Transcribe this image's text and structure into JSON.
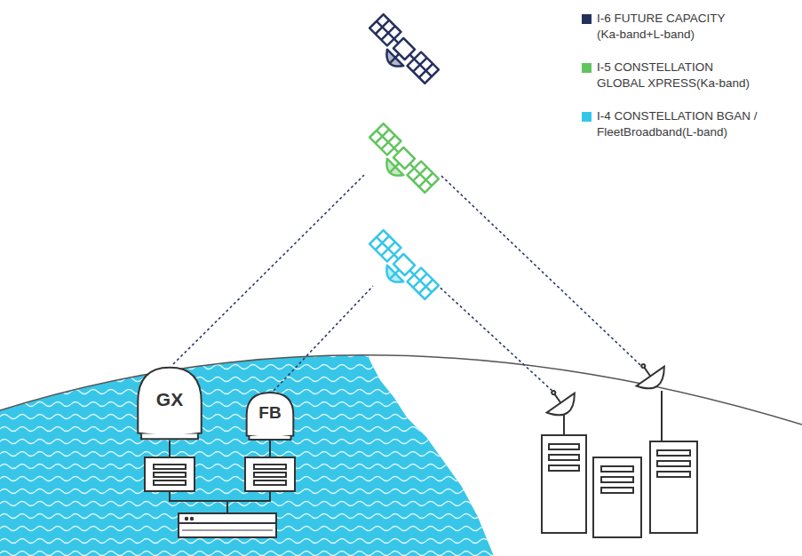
{
  "diagram": {
    "nodes": [
      {
        "text": [
          "GX"
        ]
      },
      {
        "text": [
          "FB"
        ]
      }
    ],
    "legend": [
      {
        "text": "I-6 FUTURE CAPACITY (Ka-band+L-band)",
        "color": "#24305e"
      },
      {
        "text": "I-5 CONSTELLATION GLOBAL XPRESS(Ka-band)",
        "color": "#62c45e"
      },
      {
        "text": "I-4 CONSTELLATION BGAN / FleetBroadband(L-band)",
        "color": "#34c6e8"
      }
    ]
  }
}
